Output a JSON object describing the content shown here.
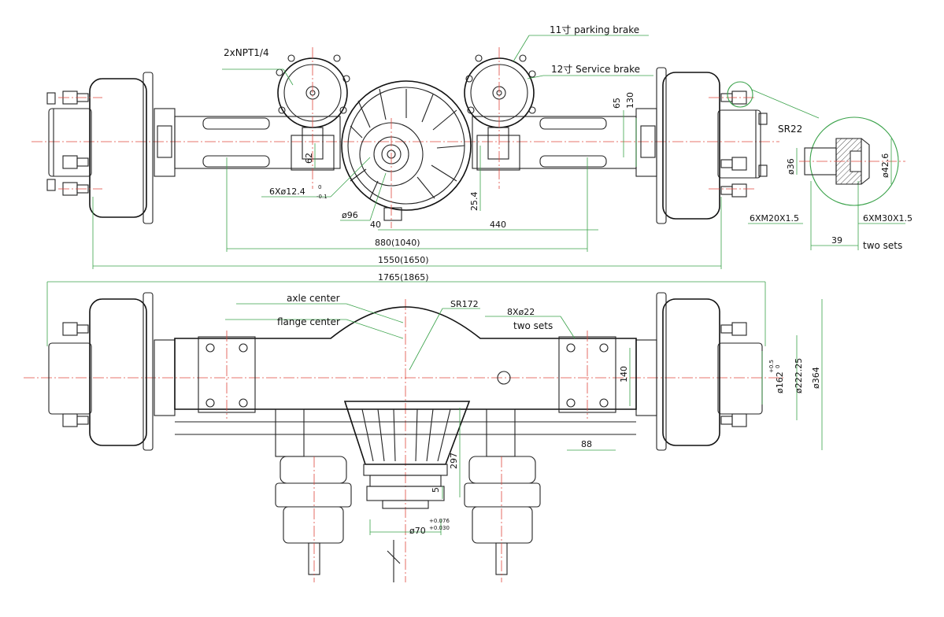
{
  "labels": {
    "npt": "2xNPT1/4",
    "parking_brake": "11寸 parking brake",
    "service_brake": "12寸 Service brake",
    "sr22": "SR22",
    "dim_65": "65",
    "dim_130": "130",
    "dim_62": "62",
    "dia_36": "ø36",
    "dia_42_6": "ø42.6",
    "holes_12_4": "6Xø12.4",
    "tol_12_4_upper": "0",
    "tol_12_4_lower": "-0.1",
    "dia_96": "ø96",
    "dim_25_4": "25.4",
    "dim_40": "40",
    "dim_440": "440",
    "thread_m20": "6XM20X1.5",
    "thread_m30": "6XM30X1.5",
    "dim_880": "880(1040)",
    "dim_39": "39",
    "two_sets_top": "two sets",
    "dim_1550": "1550(1650)",
    "dim_1765": "1765(1865)",
    "axle_center": "axle center",
    "flange_center": "flange center",
    "sr172": "SR172",
    "holes_22": "8Xø22",
    "two_sets_bottom": "two sets",
    "dim_140": "140",
    "dia_162": "ø162",
    "tol_162_upper": "+0.5",
    "tol_162_lower": "0",
    "dia_222_25": "ø222.25",
    "dia_364": "ø364",
    "dim_88": "88",
    "dim_297": "297",
    "dim_5": "5",
    "dia_70": "ø70",
    "tol_70_upper": "+0.076",
    "tol_70_lower": "+0.030"
  },
  "colors": {
    "line": "#222222",
    "centerline": "#e0483e",
    "dimension": "#3aa24a"
  }
}
